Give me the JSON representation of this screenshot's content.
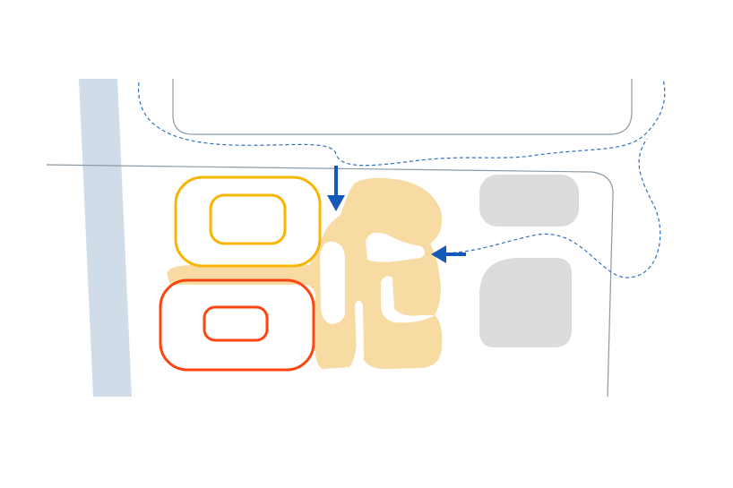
{
  "diagram": {
    "type": "site-plan",
    "colors": {
      "river": "#d0dde8",
      "boundary_line": "#8c9aa6",
      "path_dashed": "#2f6fc0",
      "arrow": "#1459b8",
      "ring_yellow": "#f7b500",
      "ring_red": "#ff4412",
      "building_footprint": "#f8dba2",
      "neighbor_building": "#dcdcdc"
    },
    "elements": [
      "river",
      "road",
      "site-boundary",
      "footpath",
      "entrance-arrows",
      "yellow-zone",
      "red-zone",
      "building-footprint",
      "neighbor-buildings"
    ]
  }
}
